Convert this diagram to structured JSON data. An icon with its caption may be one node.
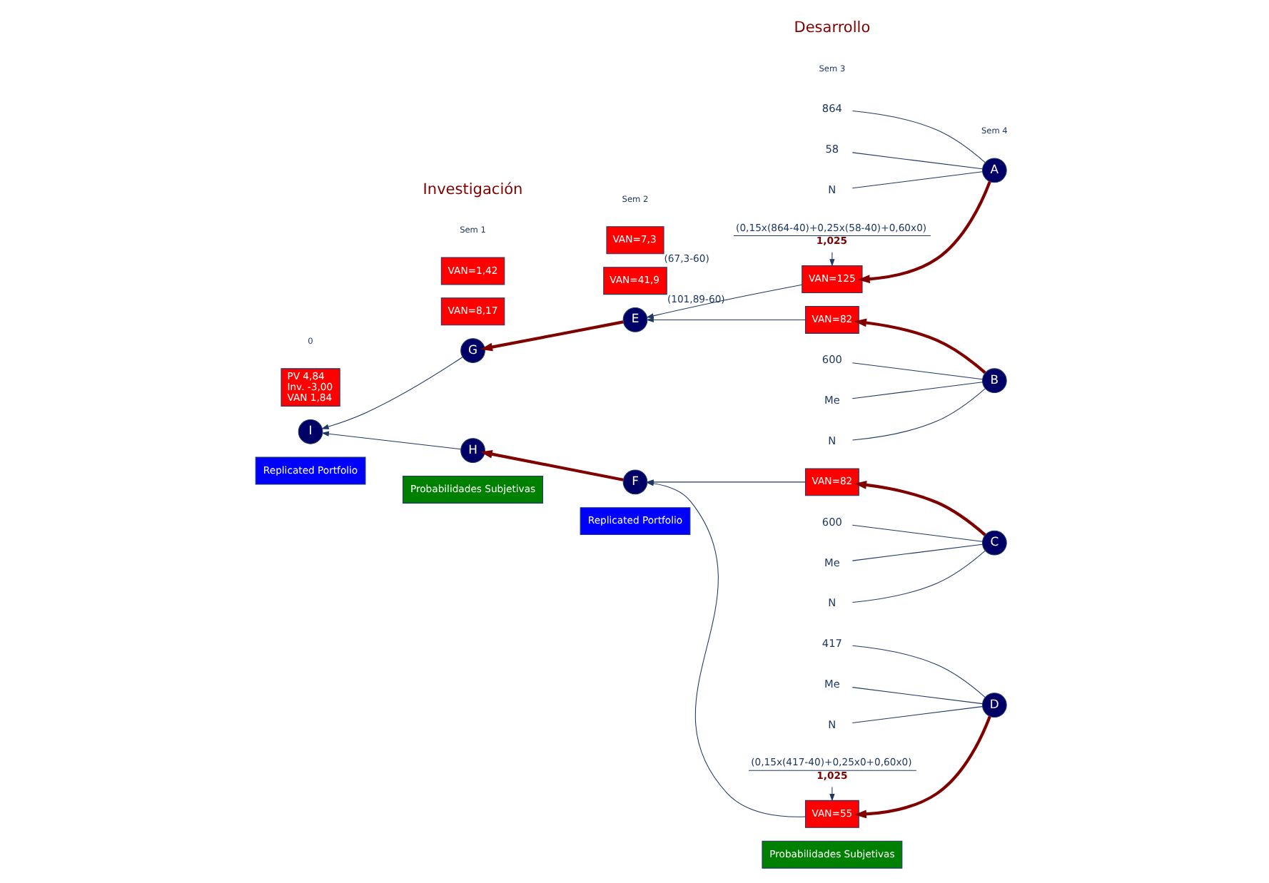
{
  "diagram": {
    "nodes": [
      {
        "text": [
          "Replicated Portfolio"
        ]
      },
      {
        "text": [
          "Probabilidades Subjetivas"
        ]
      },
      {
        "text": [
          "Replicated Portfolio"
        ]
      },
      {
        "text": [
          "Probabilidades Subjetivas"
        ]
      },
      {
        "text": [
          "I"
        ]
      },
      {
        "text": [
          "PV 4,84",
          "Inv. -3,00",
          "VAN 1,84"
        ]
      },
      {
        "text": [
          "G"
        ]
      },
      {
        "text": [
          "VAN=8,17"
        ]
      },
      {
        "text": [
          "H"
        ]
      },
      {
        "text": [
          "VAN=1,42"
        ]
      },
      {
        "text": [
          "E"
        ]
      },
      {
        "text": [
          "VAN=41,9"
        ],
        "beside": [
          "(101,89-60)"
        ]
      },
      {
        "text": [
          "F"
        ]
      },
      {
        "text": [
          "VAN=7,3"
        ],
        "beside": [
          "(67,3-60)"
        ]
      },
      {
        "text": [
          "VAN=125"
        ]
      },
      {
        "text": [
          "VAN=82"
        ]
      },
      {
        "text": [
          "VAN=82"
        ]
      },
      {
        "text": [
          "VAN=55"
        ]
      },
      {
        "text": [
          "A"
        ]
      },
      {
        "text": [
          "B"
        ]
      },
      {
        "text": [
          "C"
        ]
      },
      {
        "text": [
          "D"
        ]
      },
      {
        "text": [
          "864"
        ]
      },
      {
        "text": [
          "58"
        ]
      },
      {
        "text": [
          "N"
        ]
      },
      {
        "text": [
          "600"
        ]
      },
      {
        "text": [
          "Me"
        ]
      },
      {
        "text": [
          "N"
        ]
      },
      {
        "text": [
          "600"
        ]
      },
      {
        "text": [
          "Me"
        ]
      },
      {
        "text": [
          "N"
        ]
      },
      {
        "text": [
          "417"
        ]
      },
      {
        "text": [
          "Me"
        ]
      },
      {
        "text": [
          "N"
        ]
      },
      {
        "text": [
          "(0,15x(864-40)+0,25x(58-40)+0,60x0)",
          "1,025"
        ]
      },
      {
        "text": [
          "(0,15x(417-40)+0,25x0+0,60x0)",
          "1,025"
        ]
      }
    ],
    "edges": [
      {
        "from": 18,
        "to": 14,
        "arrow": "to",
        "style": "thick",
        "color": "#800000"
      },
      {
        "from": 19,
        "to": 15,
        "arrow": "to",
        "style": "thick",
        "color": "#800000"
      },
      {
        "from": 20,
        "to": 16,
        "arrow": "to",
        "style": "thick",
        "color": "#800000"
      },
      {
        "from": 21,
        "to": 17,
        "arrow": "to",
        "style": "thick",
        "color": "#800000"
      },
      {
        "from": 14,
        "to": 10,
        "arrow": "to"
      },
      {
        "from": 15,
        "to": 10,
        "arrow": "to"
      },
      {
        "from": 16,
        "to": 12,
        "arrow": "to"
      },
      {
        "from": 17,
        "to": 12,
        "arrow": "to"
      },
      {
        "from": 10,
        "to": 6,
        "arrow": "to",
        "style": "thick",
        "color": "#800000"
      },
      {
        "from": 12,
        "to": 8,
        "arrow": "to",
        "style": "thick",
        "color": "#800000"
      },
      {
        "from": 6,
        "to": 4,
        "arrow": "to"
      },
      {
        "from": 8,
        "to": 4,
        "arrow": "to"
      },
      {
        "from": 18,
        "to": 22,
        "arrow": "none"
      },
      {
        "from": 18,
        "to": 23,
        "arrow": "none"
      },
      {
        "from": 18,
        "to": 24,
        "arrow": "none"
      },
      {
        "from": 19,
        "to": 25,
        "arrow": "none"
      },
      {
        "from": 19,
        "to": 26,
        "arrow": "none"
      },
      {
        "from": 19,
        "to": 27,
        "arrow": "none"
      },
      {
        "from": 20,
        "to": 28,
        "arrow": "none"
      },
      {
        "from": 20,
        "to": 29,
        "arrow": "none"
      },
      {
        "from": 20,
        "to": 30,
        "arrow": "none"
      },
      {
        "from": 21,
        "to": 31,
        "arrow": "none"
      },
      {
        "from": 21,
        "to": 32,
        "arrow": "none"
      },
      {
        "from": 21,
        "to": 33,
        "arrow": "none"
      },
      {
        "from": 34,
        "to": 14,
        "arrow": "to"
      },
      {
        "from": 35,
        "to": 17,
        "arrow": "to"
      }
    ],
    "labels": [
      "0",
      "Sem 1",
      "Sem 2",
      "Sem 3",
      "Sem 4",
      "Investigación",
      "Desarrollo"
    ]
  }
}
